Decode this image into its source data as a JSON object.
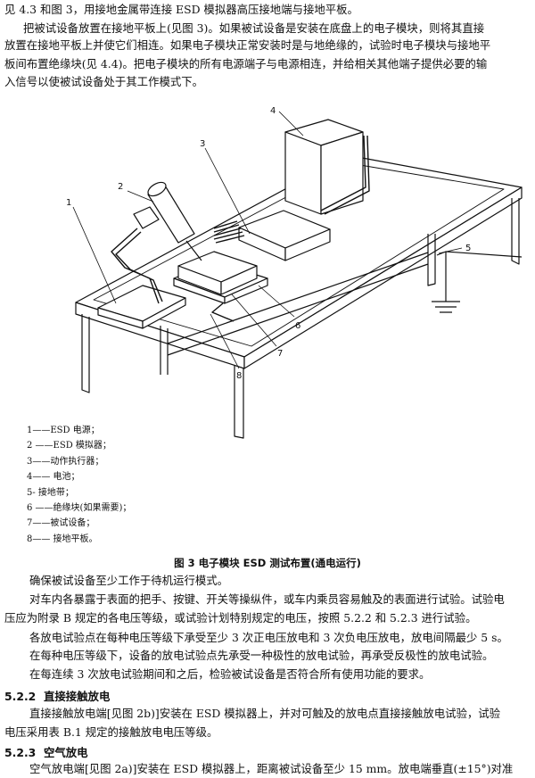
{
  "top_lines": [
    "见 4.3 和图 3，用接地金属带连接 ESD 模拟器高压接地端与接地平板。",
    "把被试设备放置在接地平板上(见图 3)。如果被试设备是安装在底盘上的电子模块，则将其直接",
    "放置在接地平板上并使它们相连。如果电子模块正常安装时是与地绝缘的，试验时电子模块与接地平",
    "板间布置绝缘块(见 4.4)。把电子模块的所有电源端子与电源相连，并给相关其他端子提供必要的输",
    "入信号以使被试设备处于其工作模式下。"
  ],
  "figure": {
    "callouts": [
      "1",
      "2",
      "3",
      "4",
      "5",
      "6",
      "7",
      "8"
    ],
    "legend": [
      "1——ESD 电源；",
      "2 ——ESD 模拟器；",
      "3——动作执行器；",
      "4—— 电池；",
      "5-   接地带；",
      "6 ——绝缘块(如果需要)；",
      "7——被试设备；",
      "8—— 接地平板。"
    ],
    "caption": "图 3   电子模块 ESD 测试布置(通电运行)"
  },
  "body_lines": [
    "确保被试设备至少工作于待机运行模式。",
    "对车内各暴露于表面的把手、按键、开关等操纵件，或车内乘员容易触及的表面进行试验。试验电",
    "压应为附录 B 规定的各电压等级，或试验计划特别规定的电压，按照 5.2.2 和 5.2.3 进行试验。",
    "各放电试验点在每种电压等级下承受至少 3 次正电压放电和 3 次负电压放电，放电间隔最少 5 s。",
    "在每种电压等级下，设备的放电试验点先承受一种极性的放电试验，再承受反极性的放电试验。",
    "在每连续 3 次放电试验期间和之后，检验被试设备是否符合所有使用功能的要求。"
  ],
  "section_522": {
    "number": "5.2.2",
    "title": "直接接触放电"
  },
  "section_522_lines": [
    "直接接触放电端[见图 2b)]安装在 ESD 模拟器上，并对可触及的放电点直接接触放电试验，试验",
    "电压采用表 B.1 规定的接触放电电压等级。"
  ],
  "section_523": {
    "number": "5.2.3",
    "title": "空气放电"
  },
  "section_523_lines": [
    "空气放电端[见图 2a)]安装在 ESD 模拟器上，距离被试设备至少 15 mm。放电端垂直(±15°)对准"
  ]
}
